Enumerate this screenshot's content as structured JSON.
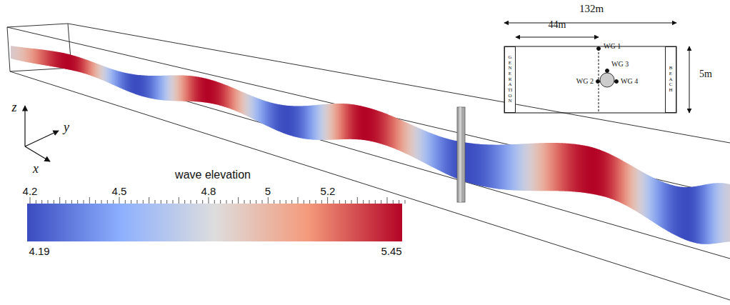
{
  "diagram": {
    "nodes": [
      {
        "text": [
          "GENERATION"
        ]
      },
      {
        "text": [
          "BEACH"
        ]
      }
    ],
    "labels": [
      "132m",
      "44m",
      "5m",
      "WG 1",
      "WG 3",
      "WG 2",
      "WG 4",
      "z",
      "y",
      "x",
      "wave elevation",
      "4.2",
      "4.5",
      "4.8",
      "5",
      "5.2",
      "4.19",
      "5.45"
    ]
  }
}
